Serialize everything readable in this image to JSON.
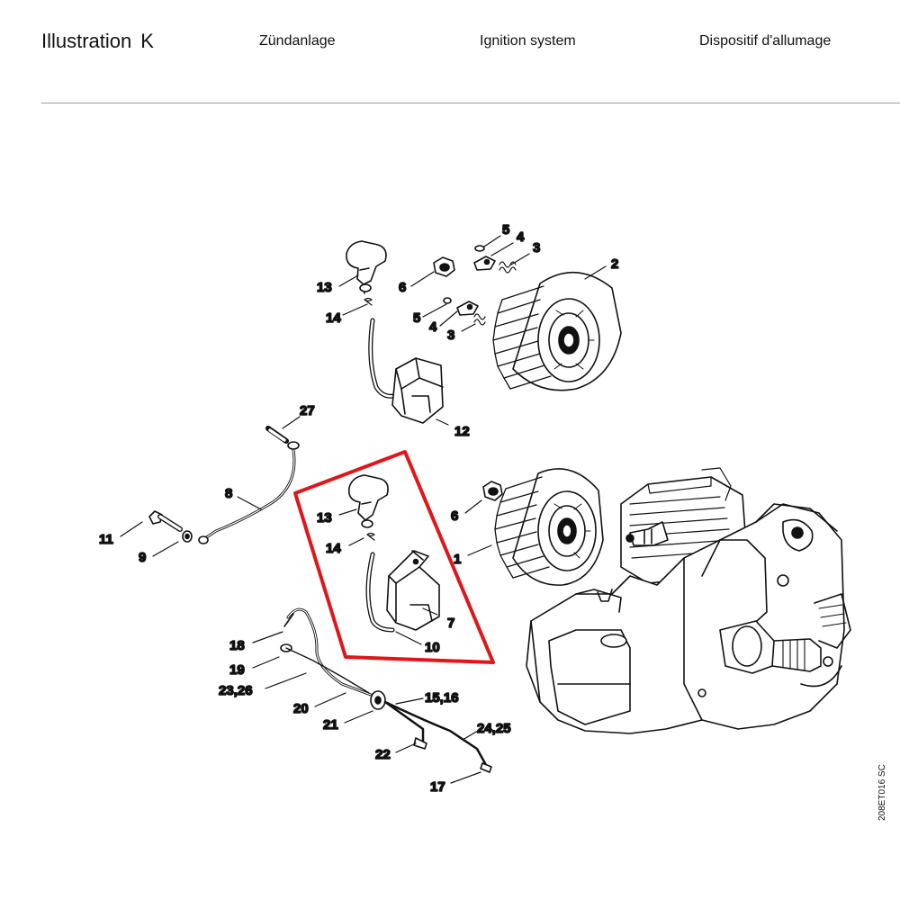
{
  "header": {
    "title": "Illustration",
    "letter": "K",
    "german": "Zündanlage",
    "english": "Ignition system",
    "french": "Dispositif d'allumage"
  },
  "drawing_code": "208ET016 SC",
  "highlight_color": "#e0161b",
  "callouts": {
    "c1": "1",
    "c2": "2",
    "c3a": "3",
    "c3b": "3",
    "c4a": "4",
    "c4b": "4",
    "c5a": "5",
    "c5b": "5",
    "c6a": "6",
    "c6b": "6",
    "c7": "7",
    "c8": "8",
    "c9": "9",
    "c10": "10",
    "c11": "11",
    "c12": "12",
    "c13a": "13",
    "c13b": "13",
    "c14a": "14",
    "c14b": "14",
    "c15": "15,16",
    "c17": "17",
    "c18": "18",
    "c19": "19",
    "c20": "20",
    "c21": "21",
    "c22": "22",
    "c23": "23,26",
    "c24": "24,25",
    "c27": "27"
  }
}
